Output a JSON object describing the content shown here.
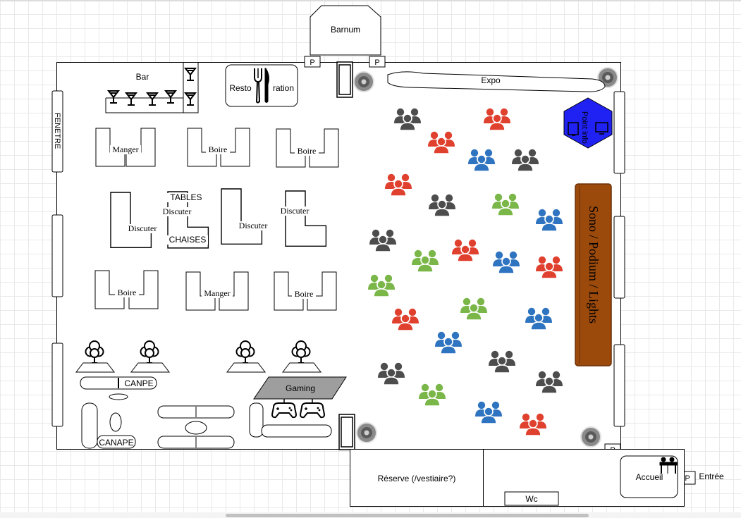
{
  "labels": {
    "barnum": "Barnum",
    "bar": "Bar",
    "resto_left": "Resto",
    "resto_right": "ration",
    "expo": "Expo",
    "fenetre": "FENETRE",
    "point_info": "Point info",
    "sono": "Sono / Podium / Lights",
    "tables": "TABLES",
    "chaises": "CHAISES",
    "canpe": "CANPE",
    "canape": "CANAPE",
    "gaming": "Gaming",
    "reserve": "Réserve (/vestiaire?)",
    "wc": "Wc",
    "accueil": "Accueil",
    "entree": "Entrée",
    "p": "P"
  },
  "table_labels": {
    "manger": "Manger",
    "boire": "Boire",
    "discuter": "Discuter"
  },
  "people_colors": {
    "dark": "#4d4d4d",
    "red": "#e0412f",
    "blue": "#2f74c0",
    "green": "#7ab648"
  },
  "colors": {
    "point_info": "#1f22f2",
    "stage": "#9c4a0c",
    "gaming": "#9e9e9e"
  }
}
